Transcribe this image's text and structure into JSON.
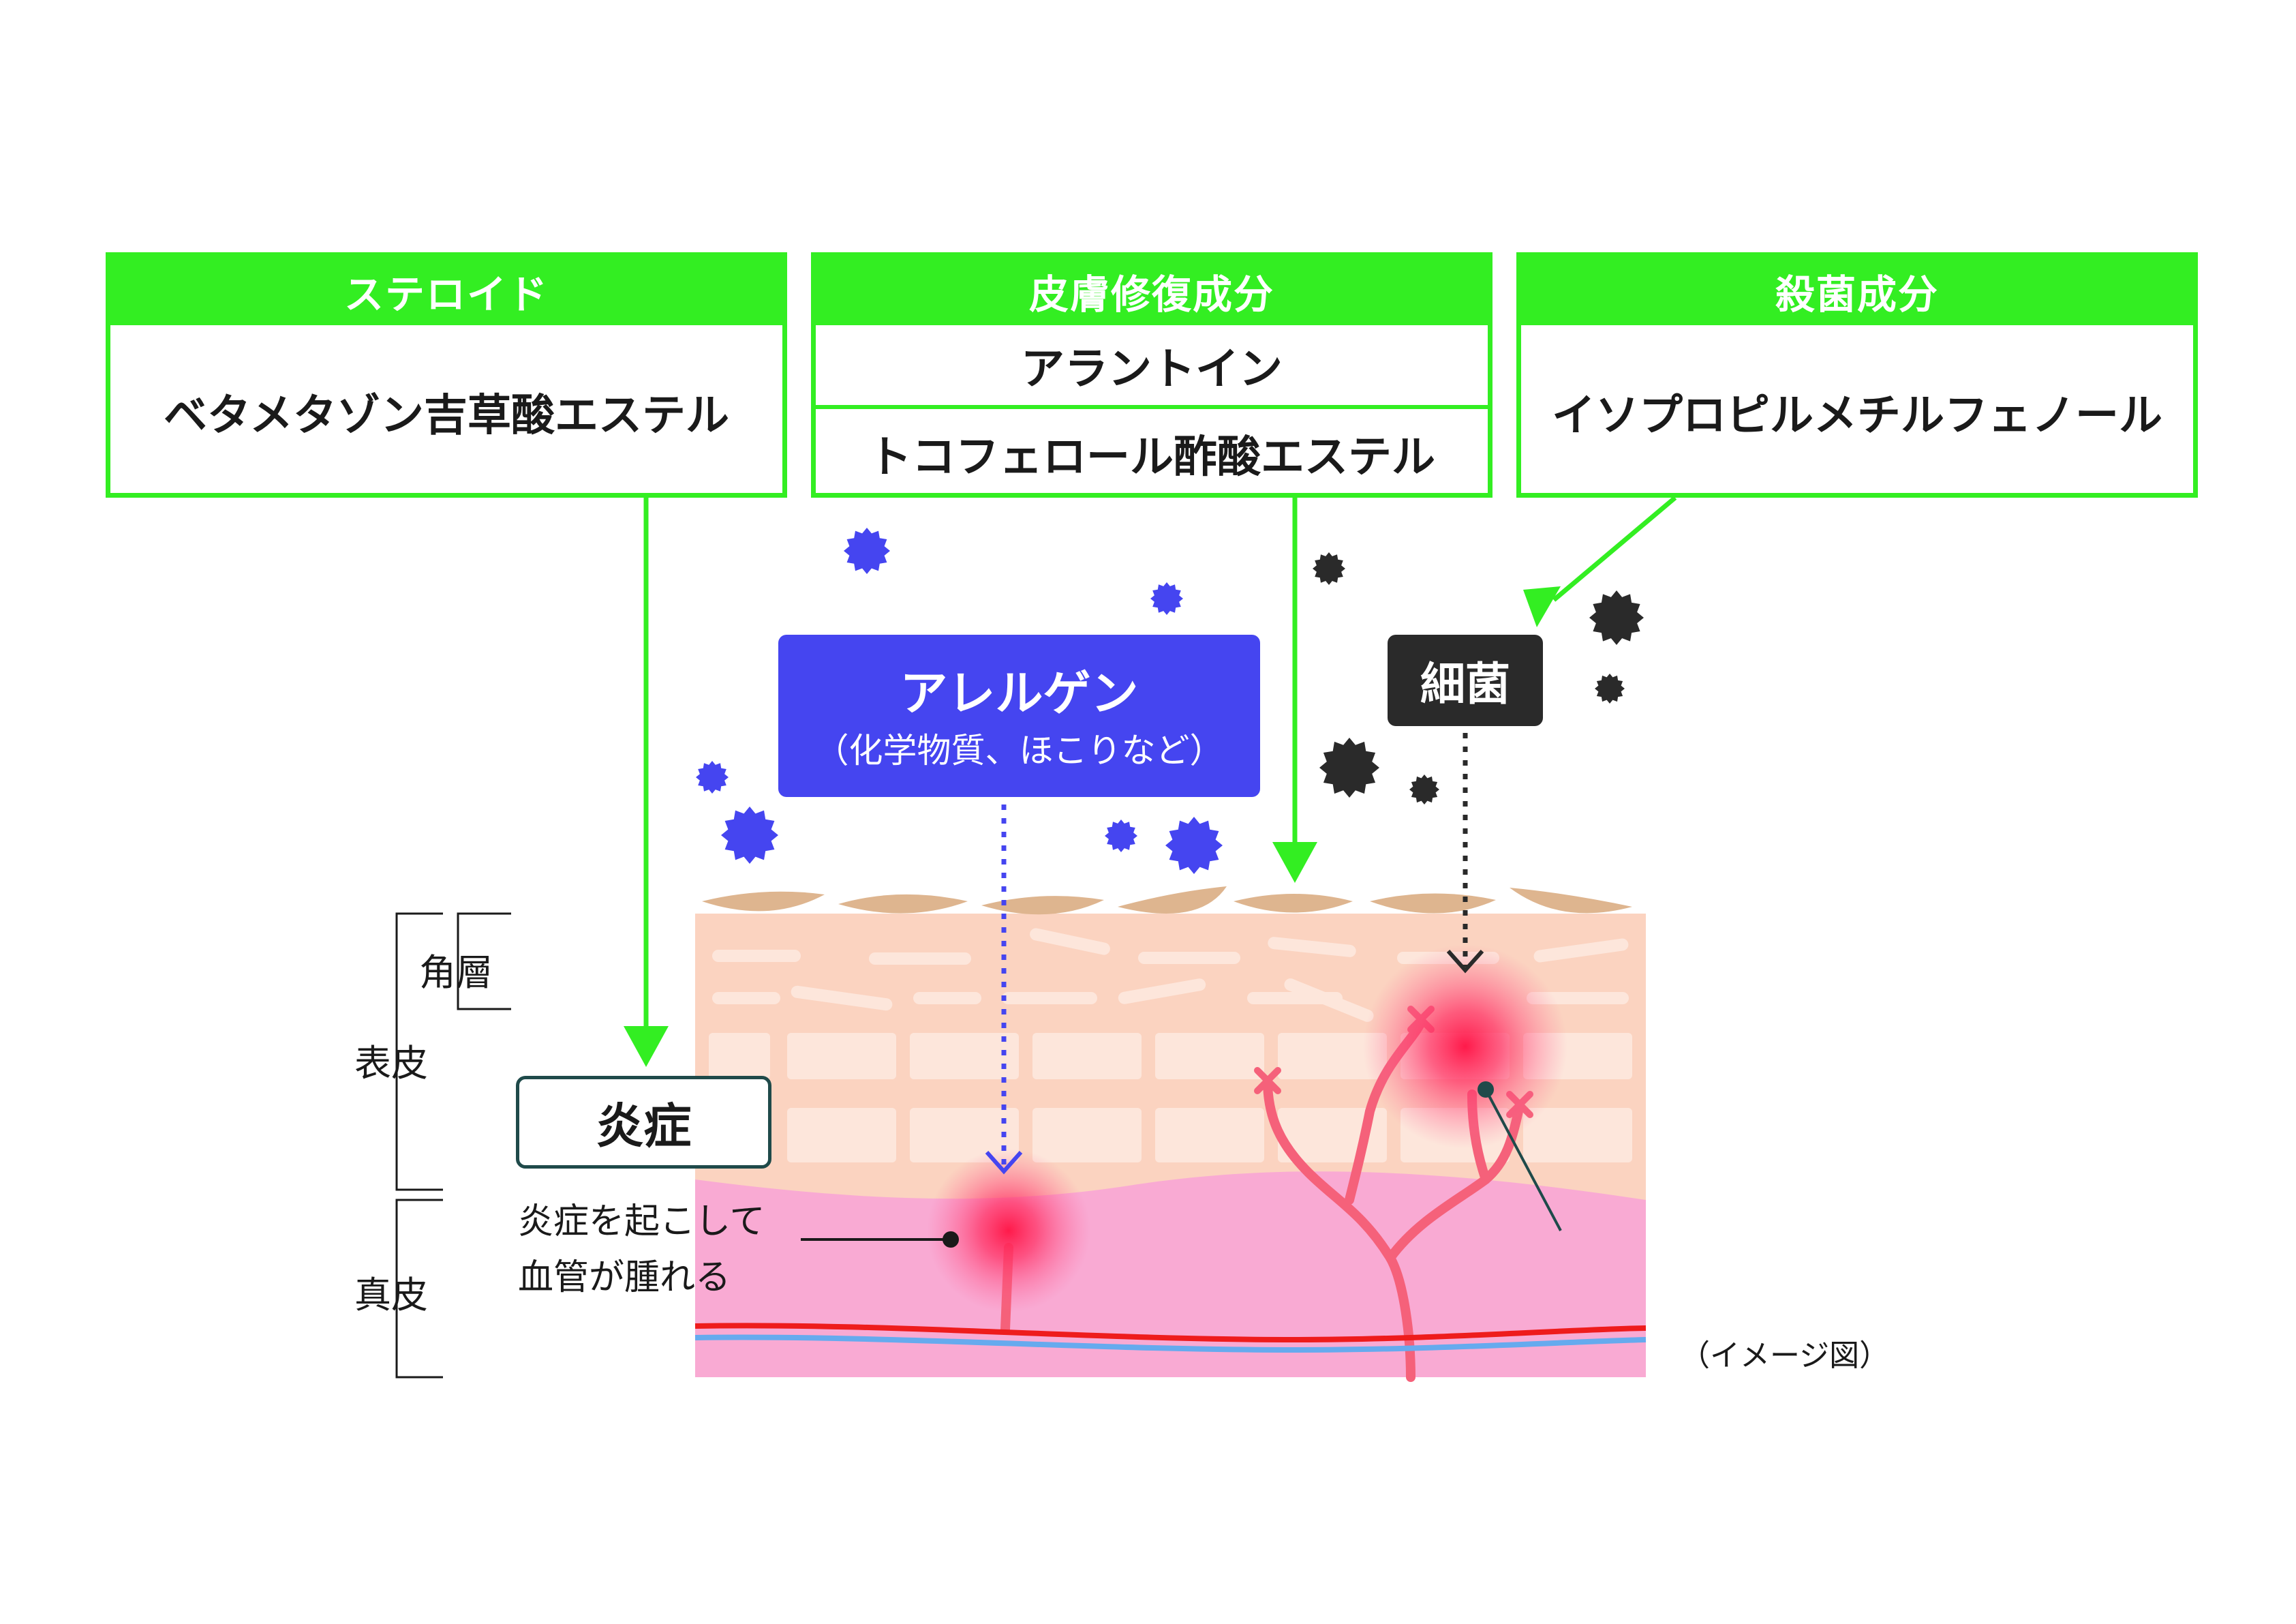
{
  "categories": [
    {
      "header": "ステロイド",
      "items": [
        "ベタメタゾン吉草酸エステル"
      ]
    },
    {
      "header": "皮膚修復成分",
      "items": [
        "アラントイン",
        "トコフェロール酢酸エステル"
      ]
    },
    {
      "header": "殺菌成分",
      "items": [
        "イソプロピルメチルフェノール"
      ]
    }
  ],
  "allergen": {
    "title": "アレルゲン",
    "subtitle": "（化学物質、ほこりなど）"
  },
  "bacteria": {
    "label": "細菌"
  },
  "inflammation": {
    "label": "炎症",
    "note_line1": "炎症を起こして",
    "note_line2": "血管が腫れる"
  },
  "skin_layers": {
    "stratum_corneum": "角層",
    "epidermis": "表皮",
    "dermis": "真皮"
  },
  "caption": "（イメージ図）",
  "colors": {
    "accent_green": "#33ee22",
    "allergen_blue": "#4545f0",
    "bacteria_dark": "#2a2a2a",
    "skin_peach": "#fbd3c0",
    "dermis_pink": "#f9aad3",
    "inflammation_red": "#ff2d55"
  }
}
